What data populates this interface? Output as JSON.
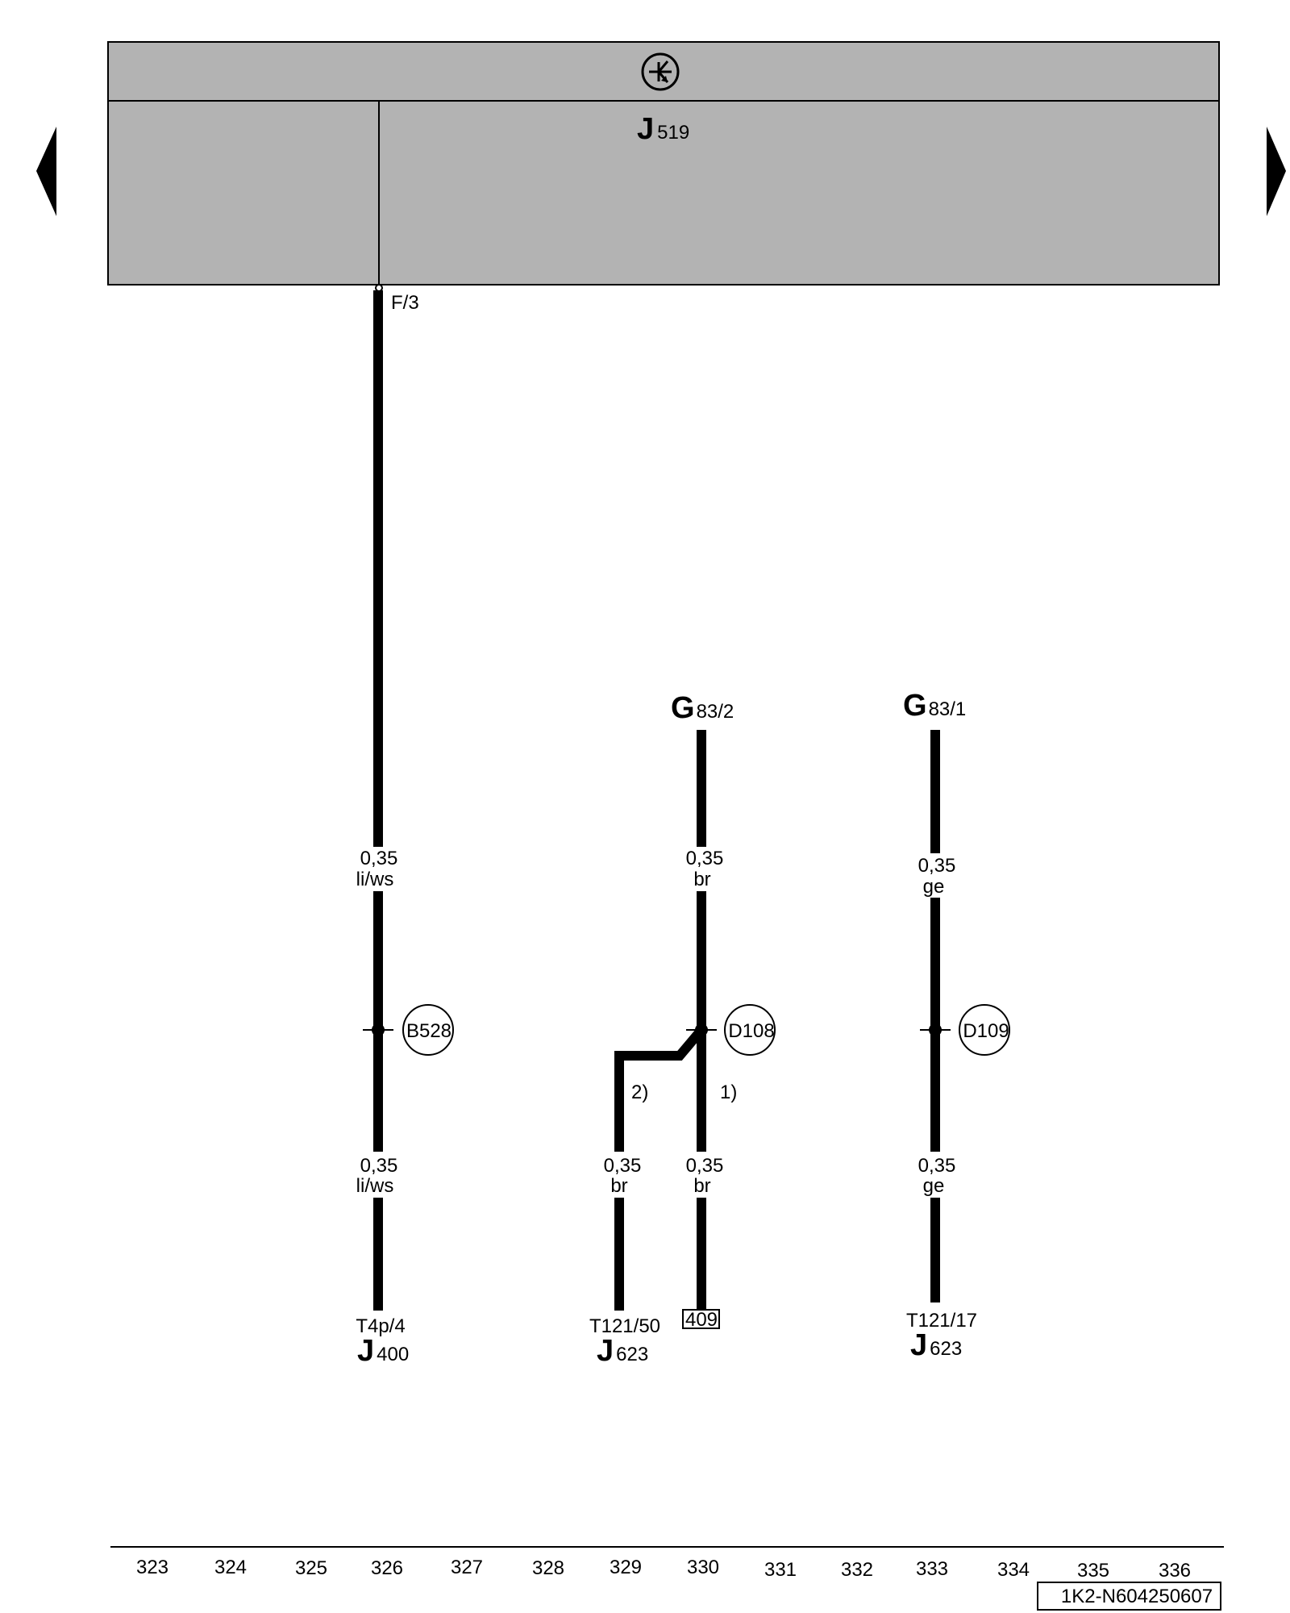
{
  "module": {
    "name": "J",
    "sub": "519"
  },
  "module_pin": "F/3",
  "components": {
    "g83_2": {
      "name": "G",
      "sub": "83/2"
    },
    "g83_1": {
      "name": "G",
      "sub": "83/1"
    }
  },
  "wires": {
    "w1_top": {
      "size": "0,35",
      "color": "li/ws"
    },
    "w1_bot": {
      "size": "0,35",
      "color": "li/ws"
    },
    "w2_top": {
      "size": "0,35",
      "color": "br"
    },
    "w2_bot": {
      "size": "0,35",
      "color": "br"
    },
    "w2b_bot": {
      "size": "0,35",
      "color": "br"
    },
    "w3_top": {
      "size": "0,35",
      "color": "ge"
    },
    "w3_bot": {
      "size": "0,35",
      "color": "ge"
    }
  },
  "splices": {
    "s1": "B528",
    "s2": "D108",
    "s3": "D109"
  },
  "variants": {
    "v2": "2)",
    "v1": "1)"
  },
  "terminals": {
    "t1": {
      "pin": "T4p/4",
      "name": "J",
      "sub": "400"
    },
    "t2": {
      "pin": "T121/50",
      "name": "J",
      "sub": "623"
    },
    "t3": {
      "ref": "409"
    },
    "t4": {
      "pin": "T121/17",
      "name": "J",
      "sub": "623"
    }
  },
  "ruler": [
    "323",
    "324",
    "325",
    "326",
    "327",
    "328",
    "329",
    "330",
    "331",
    "332",
    "333",
    "334",
    "335",
    "336"
  ],
  "doc_id": "1K2-N604250607",
  "colors": {
    "module_fill": "#b3b3b3",
    "line": "#000000",
    "background": "#ffffff"
  },
  "icons": {
    "module_symbol": "transistor-icon",
    "nav_prev": "triangle-left-icon",
    "nav_next": "triangle-right-icon"
  }
}
